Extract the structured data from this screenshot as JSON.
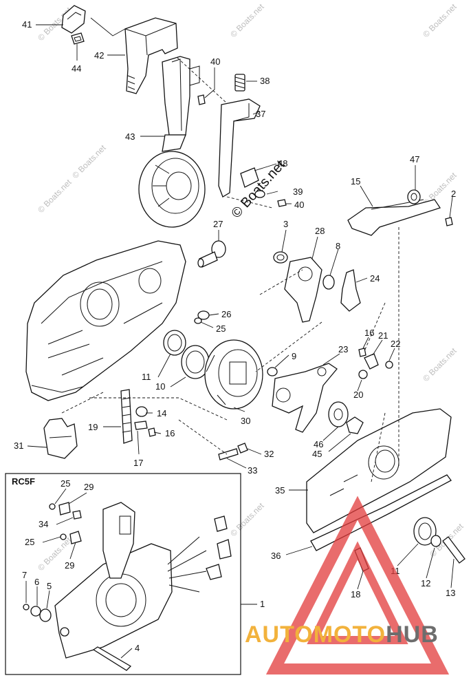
{
  "watermark": "© Boats.net",
  "inset_title": "RC5F",
  "logo": {
    "part1": "AUTO",
    "part2": "MOTO",
    "part3": "HUB",
    "color_primary": "#f2b23c",
    "color_secondary": "#6d6d6d",
    "triangle_color": "#e23b3b"
  },
  "callouts": {
    "c41": "41",
    "c44": "44",
    "c42": "42",
    "c40a": "40",
    "c38": "38",
    "c37": "37",
    "c43": "43",
    "c48": "48",
    "c39": "39",
    "c40b": "40",
    "c47": "47",
    "c15": "15",
    "c2": "2",
    "c27": "27",
    "c3": "3",
    "c28": "28",
    "c8": "8",
    "c24": "24",
    "c26": "26",
    "c25a": "25",
    "c16a": "16",
    "c21": "21",
    "c22": "22",
    "c23": "23",
    "c9": "9",
    "c11a": "11",
    "c10": "10",
    "c20": "20",
    "c14": "14",
    "c19": "19",
    "c16b": "16",
    "c17": "17",
    "c30": "30",
    "c46": "46",
    "c45": "45",
    "c31": "31",
    "c32": "32",
    "c33": "33",
    "c35": "35",
    "c36": "36",
    "c11b": "11",
    "c12": "12",
    "c13": "13",
    "c18": "18",
    "c25b": "25",
    "c29a": "29",
    "c34": "34",
    "c25c": "25",
    "c29b": "29",
    "c7": "7",
    "c6": "6",
    "c5": "5",
    "c1": "1",
    "c4": "4"
  }
}
